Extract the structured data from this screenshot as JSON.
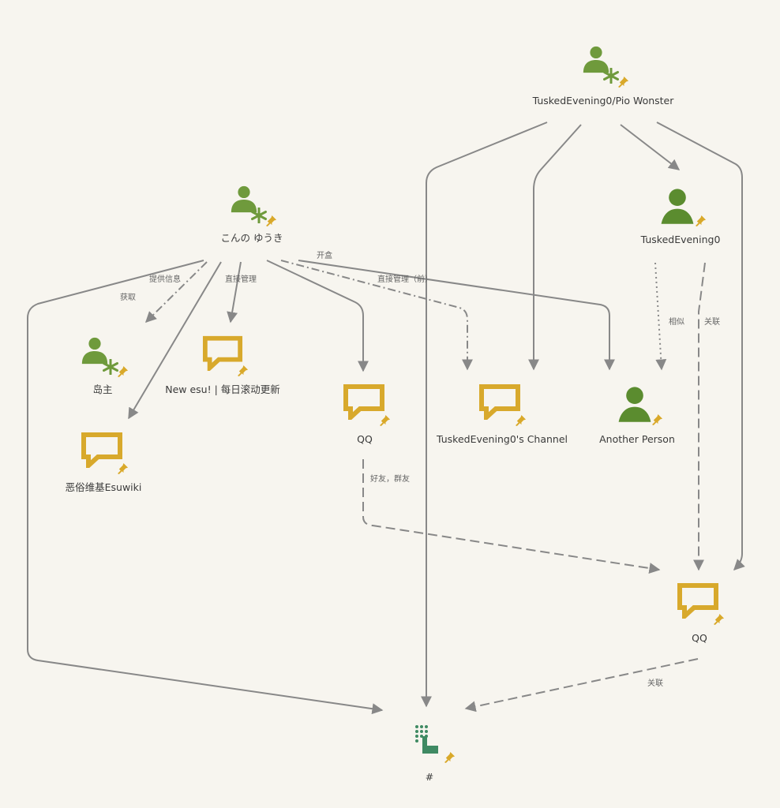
{
  "colors": {
    "person_special": "#6f9a3c",
    "person": "#5b8c2f",
    "chat": "#d8a92c",
    "pin": "#d9a92a",
    "terminal": "#3f8a63",
    "edge": "#888888",
    "background": "#f7f5ef"
  },
  "nodes": [
    {
      "id": "tusked_pio",
      "label": "TuskedEvening0/Pio Wonster",
      "icon": "person-special-icon"
    },
    {
      "id": "konno",
      "label": "こんの ゆうき",
      "icon": "person-special-icon"
    },
    {
      "id": "tusked",
      "label": "TuskedEvening0",
      "icon": "person-icon"
    },
    {
      "id": "island",
      "label": "岛主",
      "icon": "person-special-icon"
    },
    {
      "id": "newesu",
      "label": "New esu! | 每日滚动更新",
      "icon": "chat-icon"
    },
    {
      "id": "qq1",
      "label": "QQ",
      "icon": "chat-icon"
    },
    {
      "id": "channel",
      "label": "TuskedEvening0's Channel",
      "icon": "chat-icon"
    },
    {
      "id": "another",
      "label": "Another Person",
      "icon": "person-icon"
    },
    {
      "id": "esuwiki",
      "label": "恶俗维基Esuwiki",
      "icon": "chat-icon"
    },
    {
      "id": "qq2",
      "label": "QQ",
      "icon": "chat-icon"
    },
    {
      "id": "hash",
      "label": "#",
      "icon": "terminal-icon"
    }
  ],
  "edge_labels": [
    {
      "id": "l_kaihe",
      "text": "开盒"
    },
    {
      "id": "l_tigong",
      "text": "提供信息"
    },
    {
      "id": "l_huoqu",
      "text": "获取"
    },
    {
      "id": "l_zhijie1",
      "text": "直接管理"
    },
    {
      "id": "l_zhijie2",
      "text": "直接管理（前）"
    },
    {
      "id": "l_xiangsi",
      "text": "相似"
    },
    {
      "id": "l_guanlian1",
      "text": "关联"
    },
    {
      "id": "l_haoyou",
      "text": "好友，群友"
    },
    {
      "id": "l_guanlian2",
      "text": "关联"
    }
  ]
}
